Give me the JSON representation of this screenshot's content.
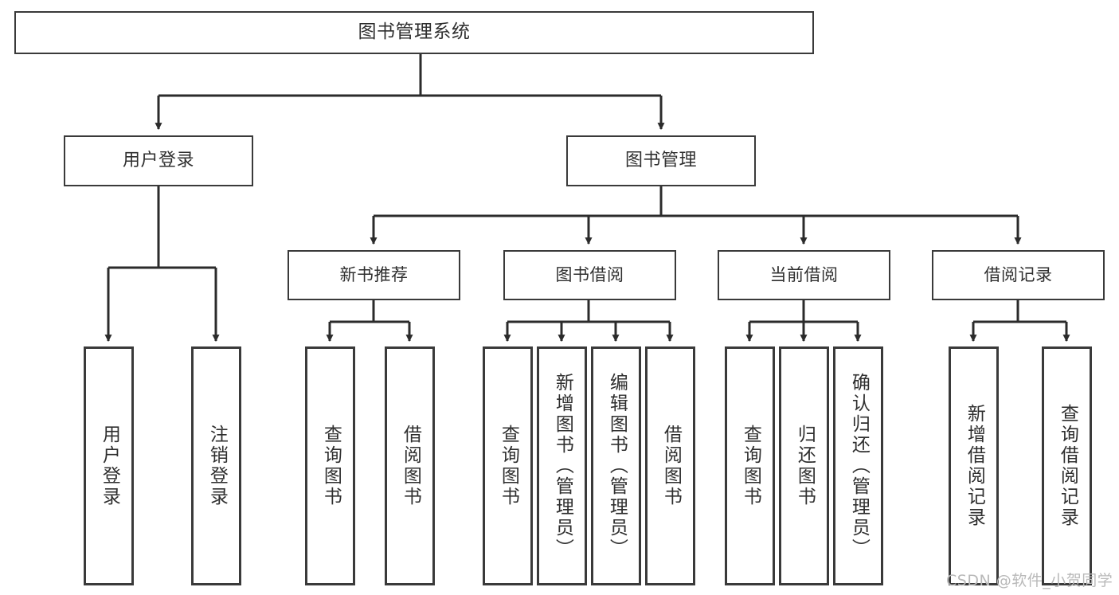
{
  "diagram": {
    "type": "tree-hierarchy",
    "title": "图书管理系统",
    "watermark": "CSDN @软件_小贺同学",
    "colors": {
      "border": "#3a3a3a",
      "text": "#2f2f2f",
      "background": "#ffffff",
      "watermark": "#b9b9b9"
    },
    "nodes": {
      "root": {
        "label": "图书管理系统",
        "level": 1
      },
      "user_login": {
        "label": "用户登录",
        "level": 2
      },
      "book_manage": {
        "label": "图书管理",
        "level": 2
      },
      "new_book_rec": {
        "label": "新书推荐",
        "level": 3
      },
      "book_borrow": {
        "label": "图书借阅",
        "level": 3
      },
      "current_borrow": {
        "label": "当前借阅",
        "level": 3
      },
      "borrow_record": {
        "label": "借阅记录",
        "level": 3
      },
      "leaf_user_login": {
        "label": "用户登录",
        "level": 4
      },
      "leaf_logout": {
        "label": "注销登录",
        "level": 4
      },
      "leaf_query_book_1": {
        "label": "查询图书",
        "level": 4
      },
      "leaf_borrow_book_1": {
        "label": "借阅图书",
        "level": 4
      },
      "leaf_query_book_2": {
        "label": "查询图书",
        "level": 4
      },
      "leaf_add_book": {
        "label": "新增图书（管理员）",
        "level": 4
      },
      "leaf_edit_book": {
        "label": "编辑图书（管理员）",
        "level": 4
      },
      "leaf_borrow_book_2": {
        "label": "借阅图书",
        "level": 4
      },
      "leaf_query_book_3": {
        "label": "查询图书",
        "level": 4
      },
      "leaf_return_book": {
        "label": "归还图书",
        "level": 4
      },
      "leaf_confirm_return": {
        "label": "确认归还（管理员）",
        "level": 4
      },
      "leaf_add_record": {
        "label": "新增借阅记录",
        "level": 4
      },
      "leaf_query_record": {
        "label": "查询借阅记录",
        "level": 4
      }
    },
    "edges": [
      {
        "from": "root",
        "to": "user_login"
      },
      {
        "from": "root",
        "to": "book_manage"
      },
      {
        "from": "book_manage",
        "to": "new_book_rec"
      },
      {
        "from": "book_manage",
        "to": "book_borrow"
      },
      {
        "from": "book_manage",
        "to": "current_borrow"
      },
      {
        "from": "book_manage",
        "to": "borrow_record"
      },
      {
        "from": "user_login",
        "to": "leaf_user_login"
      },
      {
        "from": "user_login",
        "to": "leaf_logout"
      },
      {
        "from": "new_book_rec",
        "to": "leaf_query_book_1"
      },
      {
        "from": "new_book_rec",
        "to": "leaf_borrow_book_1"
      },
      {
        "from": "book_borrow",
        "to": "leaf_query_book_2"
      },
      {
        "from": "book_borrow",
        "to": "leaf_add_book"
      },
      {
        "from": "book_borrow",
        "to": "leaf_edit_book"
      },
      {
        "from": "book_borrow",
        "to": "leaf_borrow_book_2"
      },
      {
        "from": "current_borrow",
        "to": "leaf_query_book_3"
      },
      {
        "from": "current_borrow",
        "to": "leaf_return_book"
      },
      {
        "from": "current_borrow",
        "to": "leaf_confirm_return"
      },
      {
        "from": "borrow_record",
        "to": "leaf_add_record"
      },
      {
        "from": "borrow_record",
        "to": "leaf_query_record"
      }
    ]
  }
}
